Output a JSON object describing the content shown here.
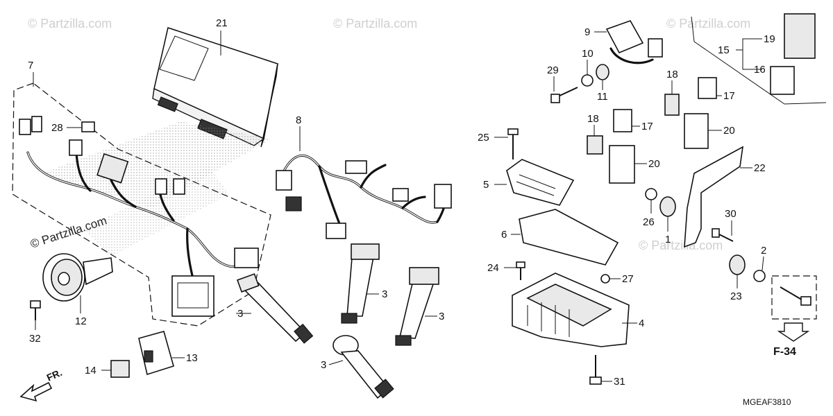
{
  "watermarks": [
    "© Partzilla.com",
    "© Partzilla.com",
    "© Partzilla.com",
    "© Partzilla.com",
    "© Partzilla.com"
  ],
  "callouts": {
    "c1": "1",
    "c2": "2",
    "c3a": "3",
    "c3b": "3",
    "c3c": "3",
    "c3d": "3",
    "c4": "4",
    "c5": "5",
    "c6": "6",
    "c7": "7",
    "c8": "8",
    "c9": "9",
    "c10": "10",
    "c11": "11",
    "c12": "12",
    "c13": "13",
    "c14": "14",
    "c15": "15",
    "c16": "16",
    "c17a": "17",
    "c17b": "17",
    "c18a": "18",
    "c18b": "18",
    "c19": "19",
    "c20a": "20",
    "c20b": "20",
    "c21": "21",
    "c22": "22",
    "c23": "23",
    "c24": "24",
    "c25": "25",
    "c26": "26",
    "c27": "27",
    "c28": "28",
    "c29": "29",
    "c30": "30",
    "c31": "31",
    "c32": "32"
  },
  "front_marker": "FR.",
  "page_ref": "F-34",
  "diagram_code": "MGEAF3810"
}
